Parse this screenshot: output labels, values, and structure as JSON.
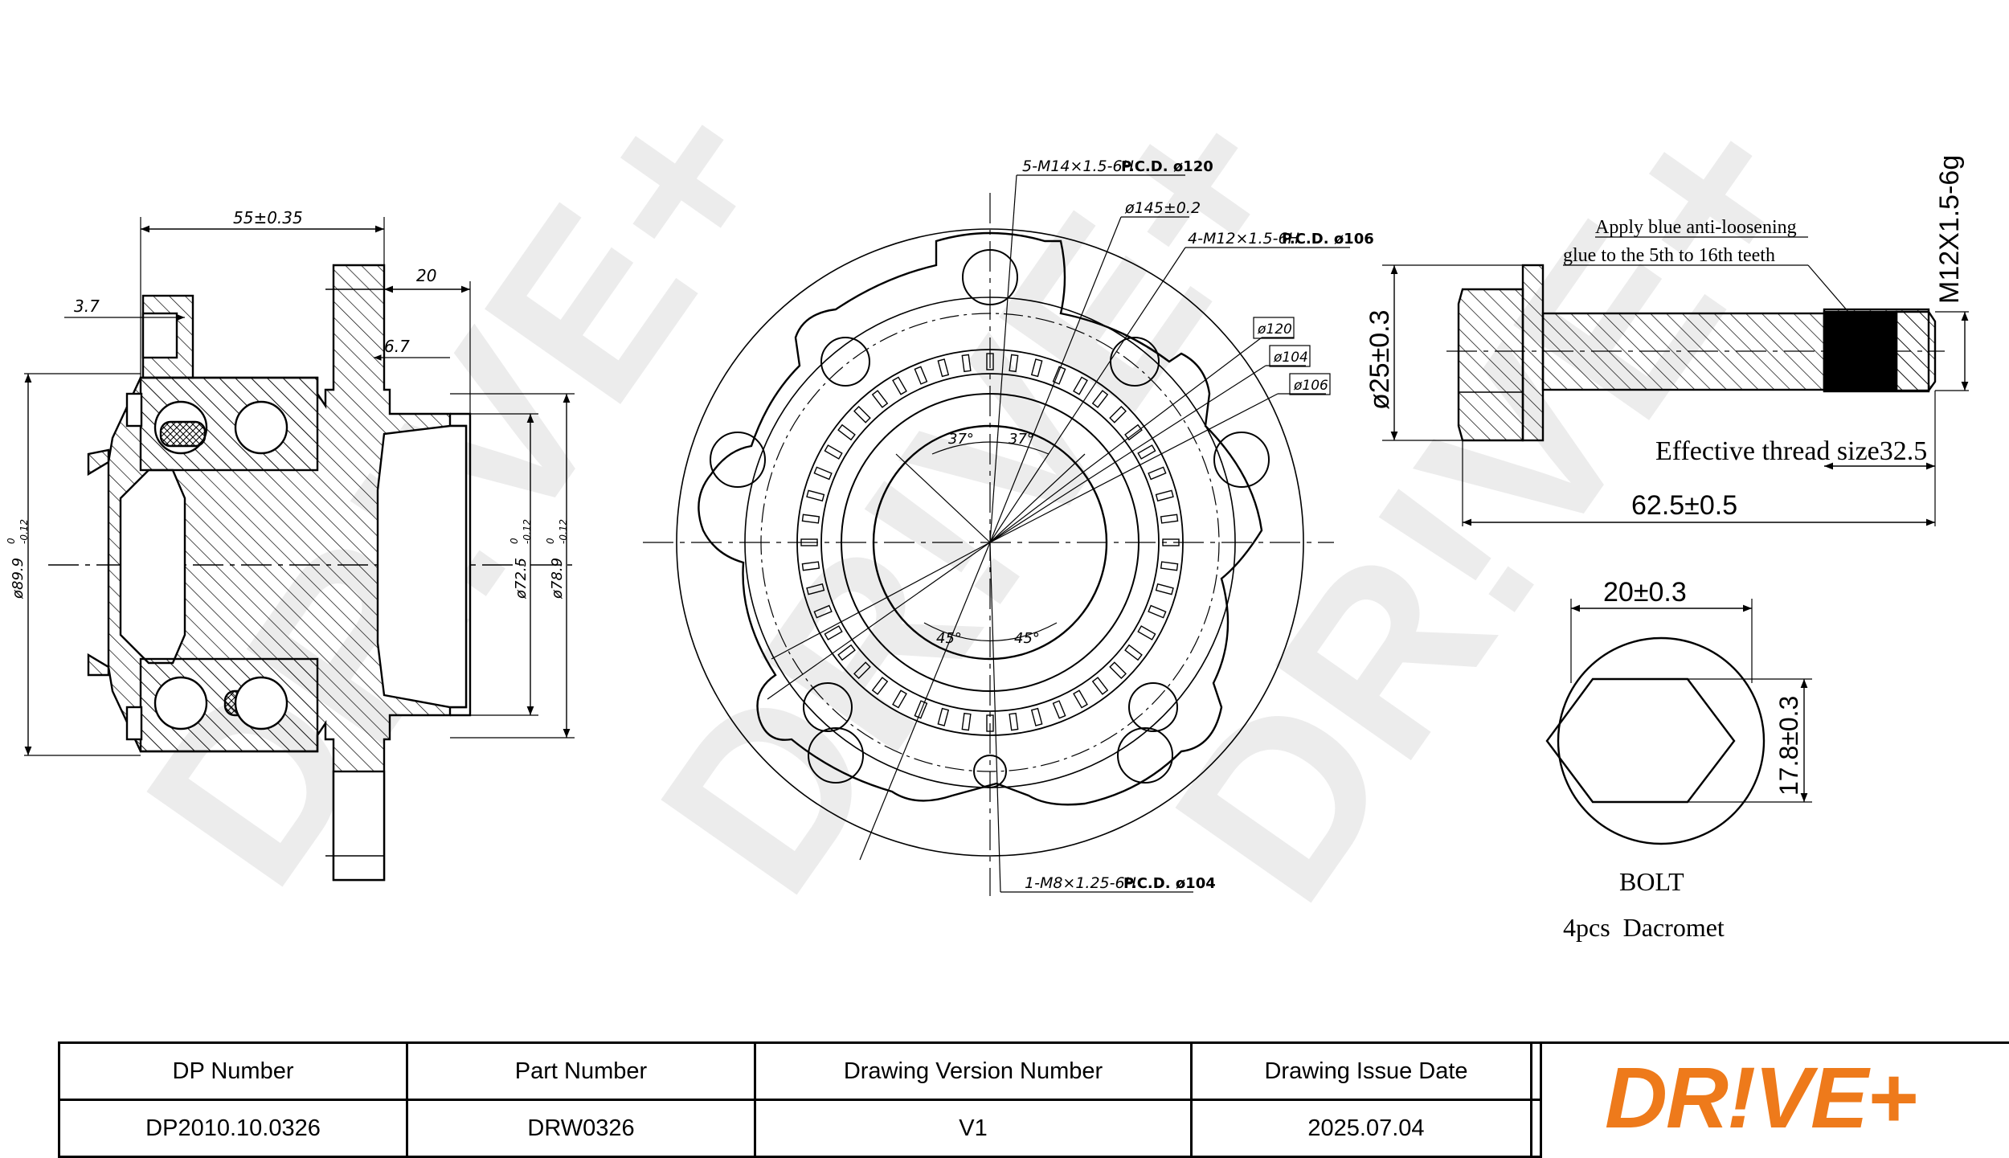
{
  "watermark": {
    "text": "DR!VE+"
  },
  "side_view": {
    "dim_width": "55±0.35",
    "dim_flange": "20",
    "dim_offset_a": "3.7",
    "dim_offset_b": "6.7",
    "dia_outer": "ø89.9",
    "dia_outer_tol_top": "0",
    "dia_outer_tol_bottom": "-0.12",
    "dia_pilot": "ø72.5",
    "dia_pilot_tol_top": "0",
    "dia_pilot_tol_bottom": "-0.12",
    "dia_spigot": "ø78.9",
    "dia_spigot_tol_top": "0",
    "dia_spigot_tol_bottom": "-0.12"
  },
  "front_view": {
    "thread_5": "5-M14×1.5-6H",
    "pcd_5": "P.C.D. ø120",
    "dia_145": "ø145±0.2",
    "thread_4": "4-M12×1.5-6H",
    "pcd_4": "P.C.D. ø106",
    "box_120": "ø120",
    "box_104": "ø104",
    "box_106": "ø106",
    "angle_a": "37°",
    "angle_b": "37°",
    "angle_c": "45°",
    "angle_d": "45°",
    "thread_1": "1-M8×1.25-6H",
    "pcd_1": "P.C.D. ø104"
  },
  "bolt_view": {
    "note_line1": "Apply blue anti-loosening",
    "note_line2": "glue to the 5th to 16th teeth",
    "thread_spec": "M12X1.5-6g",
    "head_dia": "ø25±0.3",
    "effective_thread": "Effective thread size32.5",
    "length": "62.5±0.5",
    "hex_width": "20±0.3",
    "hex_flats": "17.8±0.3",
    "caption1": "BOLT",
    "caption2": "4pcs  Dacromet"
  },
  "title_block": {
    "headers": [
      "DP Number",
      "Part Number",
      "Drawing Version Number",
      "Drawing Issue Date"
    ],
    "values": [
      "DP2010.10.0326",
      "DRW0326",
      "V1",
      "2025.07.04"
    ],
    "logo": "DR!VE+",
    "logo_color": "#ee7a1b"
  }
}
